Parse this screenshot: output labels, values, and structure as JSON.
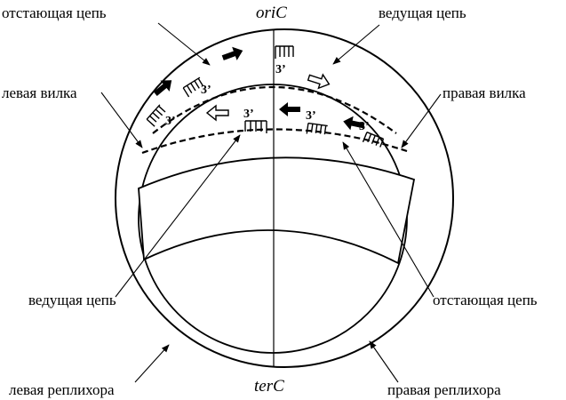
{
  "labels": {
    "oric": "oriC",
    "terc": "terC",
    "lagging_top_left": "отстающая цепь",
    "leading_top_right": "ведущая цепь",
    "left_fork": "левая вилка",
    "right_fork": "правая вилка",
    "leading_bottom_left": "ведущая цепь",
    "lagging_bottom_right": "отстающая цепь",
    "left_replichore": "левая реплихора",
    "right_replichore": "правая реплихора"
  },
  "primer_end": "3’",
  "colors": {
    "ink": "#000000",
    "background": "#ffffff"
  }
}
